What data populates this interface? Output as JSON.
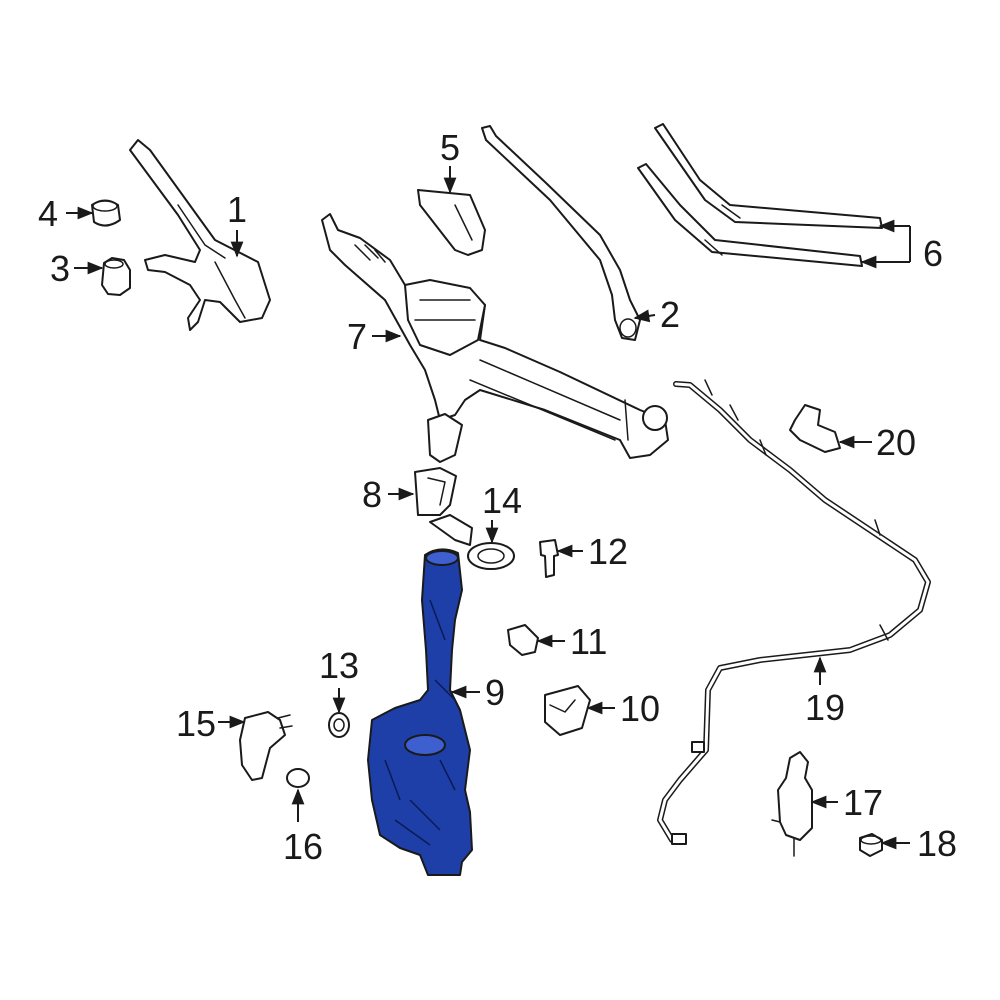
{
  "highlight_color": "#1e3fa8",
  "outline_color": "#1a1a1a",
  "callouts": [
    {
      "id": "1",
      "text": "1"
    },
    {
      "id": "2",
      "text": "2"
    },
    {
      "id": "3",
      "text": "3"
    },
    {
      "id": "4",
      "text": "4"
    },
    {
      "id": "5",
      "text": "5"
    },
    {
      "id": "6",
      "text": "6"
    },
    {
      "id": "7",
      "text": "7"
    },
    {
      "id": "8",
      "text": "8"
    },
    {
      "id": "9",
      "text": "9"
    },
    {
      "id": "10",
      "text": "10"
    },
    {
      "id": "11",
      "text": "11"
    },
    {
      "id": "12",
      "text": "12"
    },
    {
      "id": "13",
      "text": "13"
    },
    {
      "id": "14",
      "text": "14"
    },
    {
      "id": "15",
      "text": "15"
    },
    {
      "id": "16",
      "text": "16"
    },
    {
      "id": "17",
      "text": "17"
    },
    {
      "id": "18",
      "text": "18"
    },
    {
      "id": "19",
      "text": "19"
    },
    {
      "id": "20",
      "text": "20"
    }
  ]
}
